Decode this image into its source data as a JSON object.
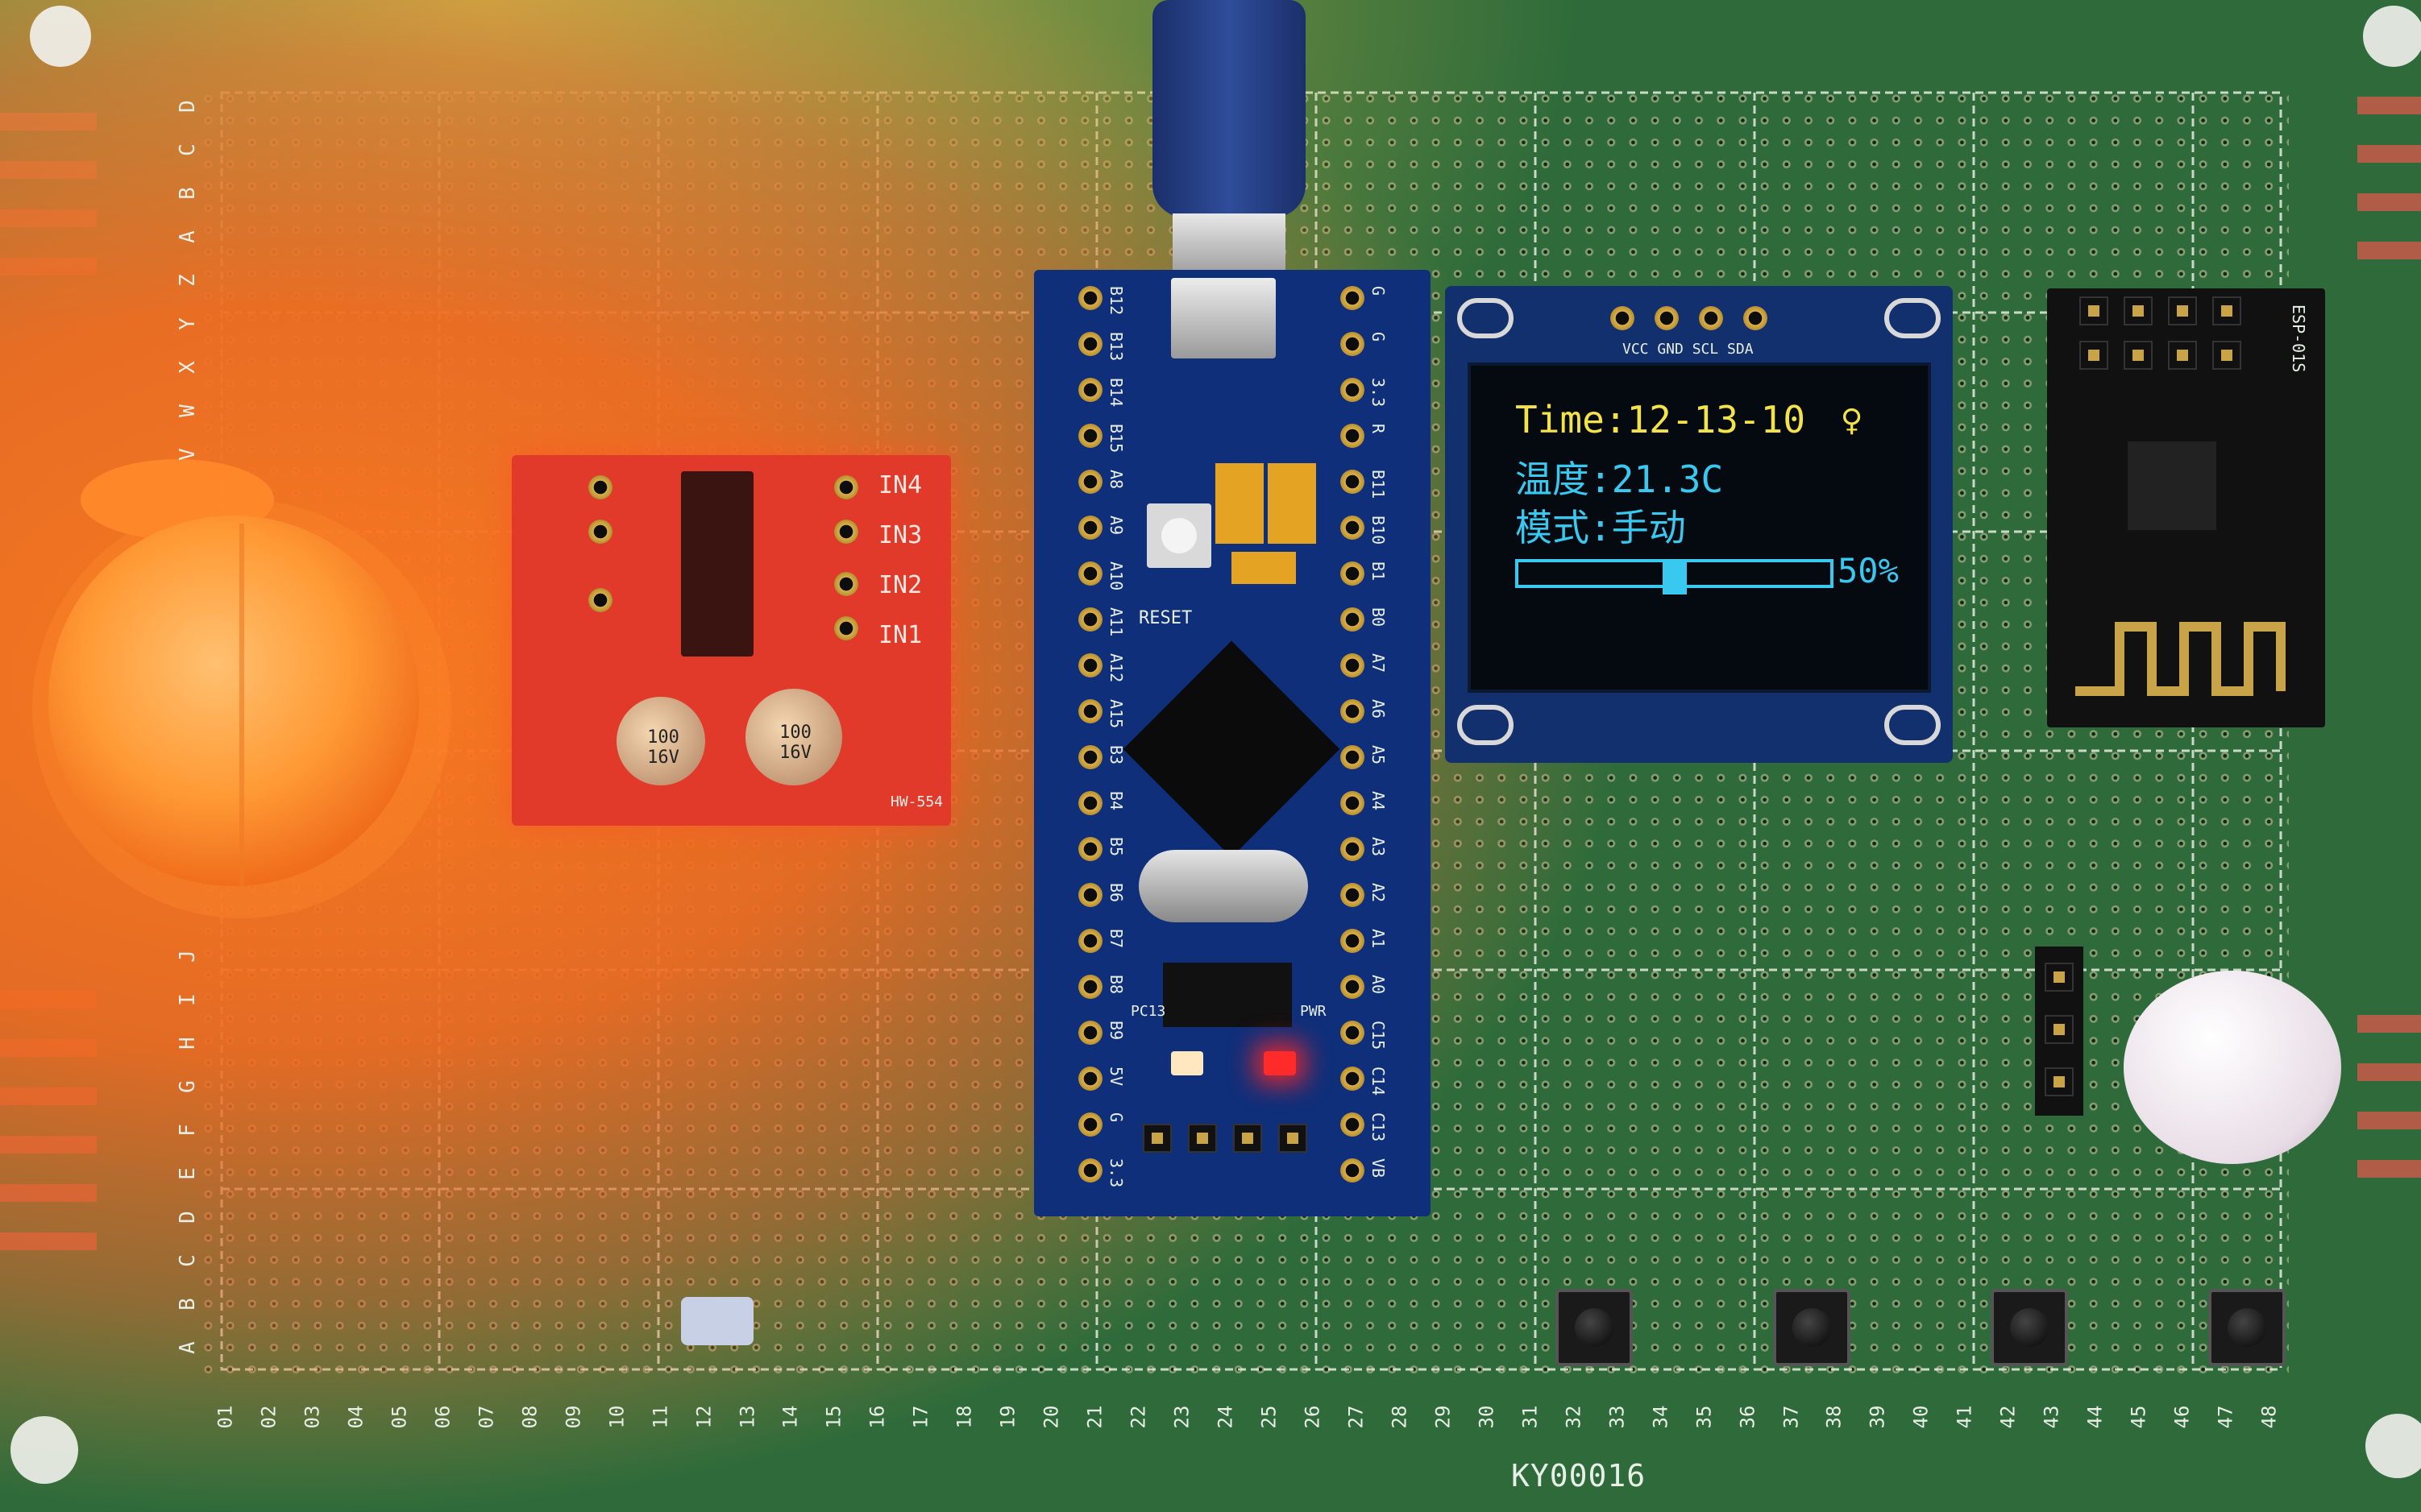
{
  "board": {
    "row_letters": [
      "D",
      "C",
      "B",
      "A",
      "Z",
      "Y",
      "X",
      "W",
      "V"
    ],
    "row_letters_bottom": [
      "A",
      "B",
      "C",
      "D",
      "E",
      "F",
      "G",
      "H",
      "I",
      "J"
    ],
    "column_numbers": [
      "01",
      "02",
      "03",
      "04",
      "05",
      "06",
      "07",
      "08",
      "09",
      "10",
      "11",
      "12",
      "13",
      "14",
      "15",
      "16",
      "17",
      "18",
      "19",
      "20",
      "21",
      "22",
      "23",
      "24",
      "25",
      "26",
      "27",
      "28",
      "29",
      "30",
      "31",
      "32",
      "33",
      "34",
      "35",
      "36",
      "37",
      "38",
      "39",
      "40",
      "41",
      "42",
      "43",
      "44",
      "45",
      "46",
      "47",
      "48"
    ],
    "model_label": "KY00016"
  },
  "motor_driver": {
    "labels_right": [
      "IN4",
      "IN3",
      "IN2",
      "IN1"
    ],
    "cap_left": "100 16V",
    "cap_right": "100 16V",
    "model": "HW-554"
  },
  "mcu_board": {
    "left_pins": [
      "B12",
      "B13",
      "B14",
      "B15",
      "A8",
      "A9",
      "A10",
      "A11",
      "A12",
      "A15",
      "B3",
      "B4",
      "B5",
      "B6",
      "B7",
      "B8",
      "B9",
      "5V",
      "G",
      "3.3"
    ],
    "right_pins": [
      "G",
      "G",
      "3.3",
      "R",
      "B11",
      "B10",
      "B1",
      "B0",
      "A7",
      "A6",
      "A5",
      "A4",
      "A3",
      "A2",
      "A1",
      "A0",
      "C15",
      "C14",
      "C13",
      "VB"
    ],
    "reset_label": "RESET",
    "led_left_label": "PC13",
    "led_right_label": "PWR"
  },
  "oled": {
    "header_pins": "VCC GND SCL SDA",
    "line1": "Time:12-13-10",
    "line1_icon": "ankh-glyph",
    "line1_glyph": "♀",
    "line2": "温度:21.3C",
    "line3": "模式:手动",
    "slider_value": 0.5,
    "slider_label": "50%",
    "colors": {
      "yellow": "#f3e24a",
      "cyan": "#39c8f0",
      "screen": "#050a10"
    }
  },
  "wifi_module": {
    "label": "ESP-01S"
  },
  "buttons": [
    "button-1",
    "button-2",
    "button-3",
    "button-4"
  ],
  "colors": {
    "pcb_green": "#2f6b3a",
    "glow_orange": "#ff6a1a",
    "mcu_blue": "#0f2f7a"
  }
}
